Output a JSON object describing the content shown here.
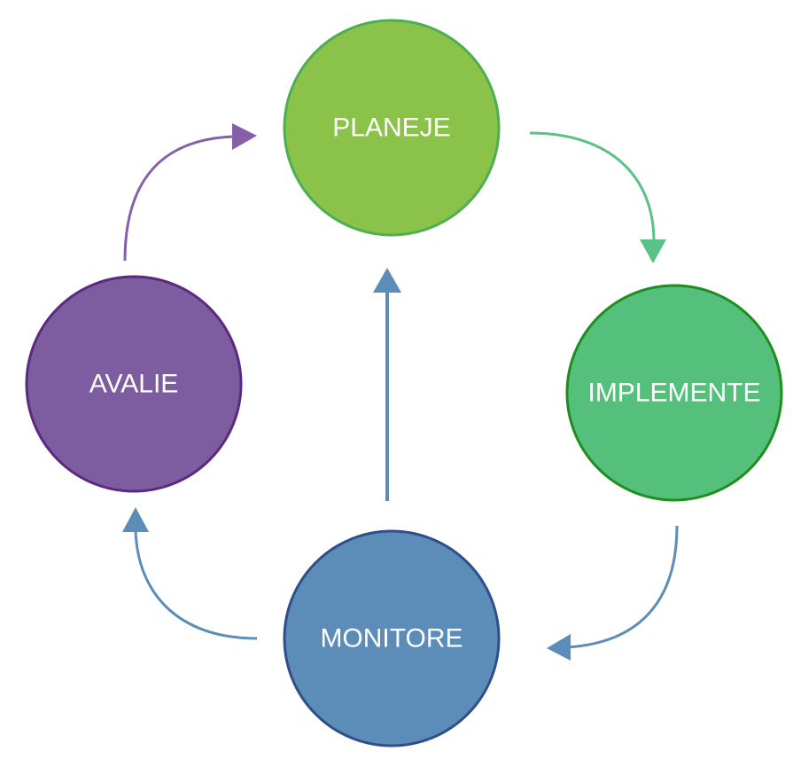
{
  "nodes": {
    "plan": {
      "label": "PLANEJE",
      "fill": "#8BC34A",
      "stroke": "#4CAF50"
    },
    "implement": {
      "label": "IMPLEMENTE",
      "fill": "#55C07C",
      "stroke": "#1E8E1E"
    },
    "monitor": {
      "label": "MONITORE",
      "fill": "#5B8DB8",
      "stroke": "#2E4F8A"
    },
    "evaluate": {
      "label": "AVALIE",
      "fill": "#7E5CA0",
      "stroke": "#5A2A80"
    }
  },
  "arrows": {
    "plan_to_implement": {
      "color": "#5BC287"
    },
    "implement_to_monitor": {
      "color": "#5B8DB8"
    },
    "monitor_to_evaluate": {
      "color": "#5B8DB8"
    },
    "evaluate_to_plan": {
      "color": "#8560A8"
    },
    "monitor_to_plan": {
      "color": "#5B8DB8"
    }
  }
}
